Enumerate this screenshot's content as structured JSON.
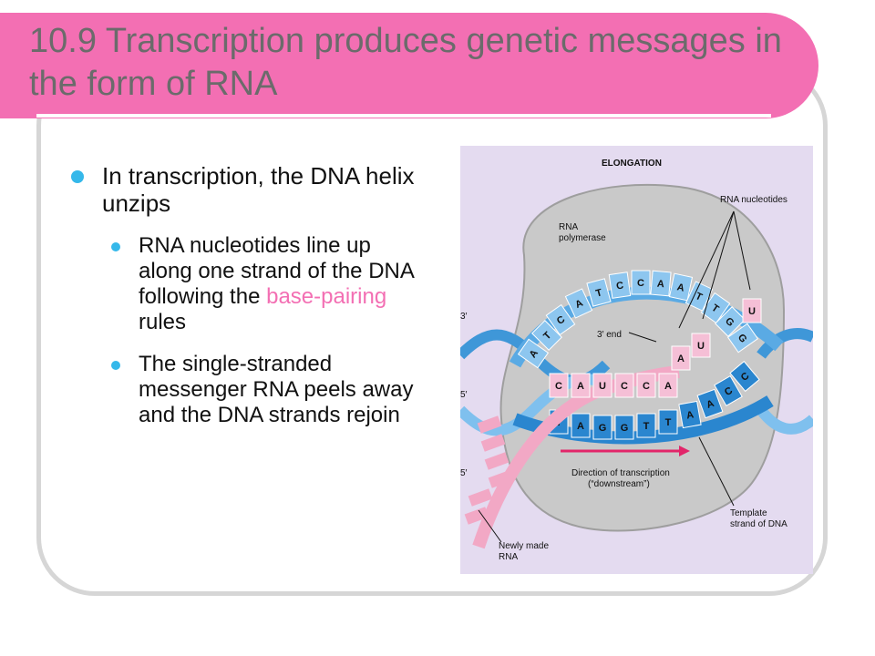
{
  "slide": {
    "title": "10.9 Transcription produces genetic messages in the form of RNA",
    "bullets": [
      {
        "text": "In transcription, the DNA helix unzips",
        "sub": [
          {
            "pre": "RNA nucleotides line up along one strand of the DNA following the ",
            "highlight": "base-pairing",
            "post": " rules"
          },
          {
            "text": "The single-stranded messenger RNA peels away and the DNA strands rejoin"
          }
        ]
      }
    ]
  },
  "figure": {
    "heading": "ELONGATION",
    "labels": {
      "rna_nucleotides": "RNA nucleotides",
      "rna_polymerase_1": "RNA",
      "rna_polymerase_2": "polymerase",
      "three_prime_end": "3′ end",
      "direction_1": "Direction of transcription",
      "direction_2": "(“downstream”)",
      "template_1": "Template",
      "template_2": "strand of DNA",
      "newly_1": "Newly made",
      "newly_2": "RNA",
      "end_3_top": "3′",
      "end_5_mid": "5′",
      "end_5_bottom": "5′"
    },
    "top_strand_bases": [
      "A",
      "T",
      "C",
      "A",
      "T",
      "C",
      "C",
      "A",
      "A",
      "T",
      "T",
      "G",
      "G"
    ],
    "rna_bases": [
      "C",
      "A",
      "U",
      "C",
      "C",
      "A"
    ],
    "template_bases": [
      "T",
      "A",
      "G",
      "G",
      "T",
      "T",
      "A",
      "A",
      "C",
      "C"
    ],
    "incoming_bases": [
      "A",
      "U",
      "U"
    ]
  },
  "colors": {
    "title_bar": "#f36fb3",
    "bullet": "#35b8ea",
    "highlight": "#f36fb3",
    "figure_bg": "#e4dbf0"
  }
}
